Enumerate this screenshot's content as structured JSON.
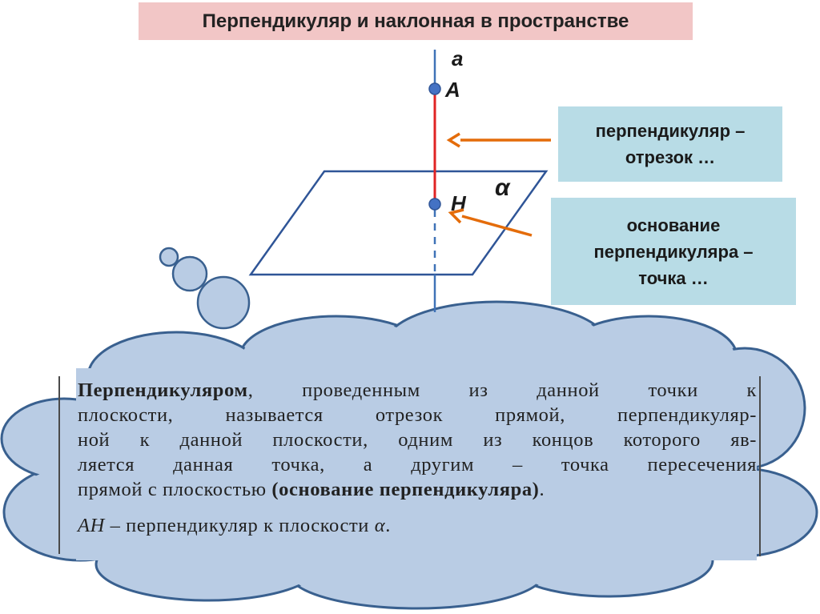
{
  "title": "Перпендикуляр и наклонная в пространстве",
  "labels": {
    "line": "a",
    "point_top": "A",
    "point_base": "H",
    "plane": "α"
  },
  "callouts": {
    "perpendicular": [
      "перпендикуляр –",
      "отрезок …"
    ],
    "base": [
      "основание",
      "перпендикуляра –",
      "точка …"
    ]
  },
  "definition": {
    "term": "Перпендикуляром",
    "lines": [
      ", проведенным из данной точки к",
      "плоскости, называется отрезок прямой, перпендикуляр-",
      "ной к данной плоскости, одним из концов которого яв-",
      "ляется данная точка, а другим – точка пересечения",
      "прямой с плоскостью "
    ],
    "base_term": "(основание перпендикуляра)",
    "end": ".",
    "notation_var": "AH",
    "notation_text": " – перпендикуляр к плоскости ",
    "notation_plane": "α",
    "notation_end": "."
  },
  "colors": {
    "title_bg": "#f2c6c6",
    "callout_bg": "#b8dce6",
    "cloud_fill": "#b9cce4",
    "cloud_stroke": "#39608f",
    "line_blue": "#3f72b7",
    "segment_red": "#e02424",
    "arrow_orange": "#e46c0a",
    "plane_stroke": "#2f5597"
  }
}
